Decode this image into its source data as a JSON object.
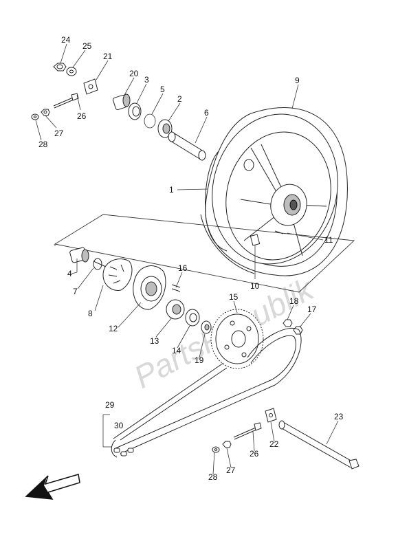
{
  "watermark": "PartsRepublik",
  "parts": {
    "p1": "1",
    "p2": "2",
    "p3": "3",
    "p4": "4",
    "p5": "5",
    "p6": "6",
    "p7": "7",
    "p8": "8",
    "p9": "9",
    "p10": "10",
    "p11": "11",
    "p12": "12",
    "p13": "13",
    "p14": "14",
    "p15": "15",
    "p16": "16",
    "p17": "17",
    "p18": "18",
    "p19": "19",
    "p20": "20",
    "p21": "21",
    "p22": "22",
    "p23": "23",
    "p24": "24",
    "p25": "25",
    "p26a": "26",
    "p26b": "26",
    "p27a": "27",
    "p27b": "27",
    "p28a": "28",
    "p28b": "28",
    "p29": "29",
    "p30": "30"
  },
  "direction_arrow": "arrow-left-down-icon"
}
